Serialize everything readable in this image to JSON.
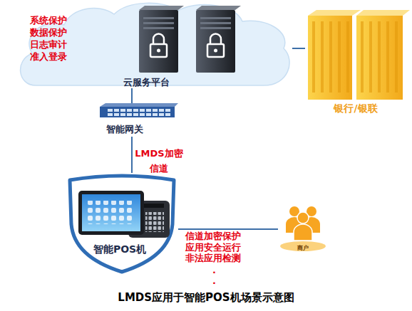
{
  "diagram": {
    "caption": "LMDS应用于智能POS机场景示意图",
    "nodes": [
      {
        "text": [
          "系统保护 数据保护 日志审计 准入登录",
          "云服务平台"
        ]
      },
      {
        "text": [
          "银行/银联"
        ]
      },
      {
        "text": [
          "智能网关"
        ]
      },
      {
        "text": [
          "智能POS机"
        ]
      },
      {
        "text": [
          "商户"
        ]
      }
    ],
    "edges": [
      {
        "from": 0,
        "to": 1,
        "arrow": "none"
      },
      {
        "from": 0,
        "to": 2,
        "arrow": "none"
      },
      {
        "from": 2,
        "to": 3,
        "label": "LMDS加密 信道",
        "arrow": "none"
      },
      {
        "from": 3,
        "to": 4,
        "label": "信道加密保护 应用安全运行 非法应用检测",
        "arrow": "none"
      }
    ],
    "labels": [
      ".",
      "."
    ]
  }
}
